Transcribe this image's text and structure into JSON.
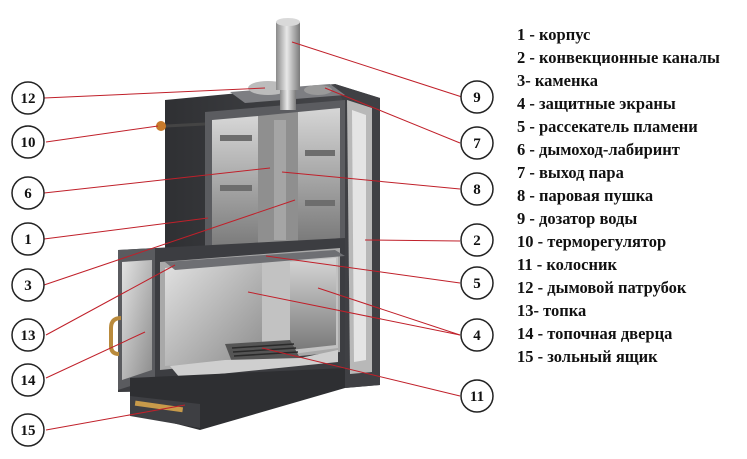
{
  "legend": [
    {
      "num": "1",
      "text": "1 - корпус"
    },
    {
      "num": "2",
      "text": "2 - конвекционные каналы"
    },
    {
      "num": "3",
      "text": "3- каменка"
    },
    {
      "num": "4",
      "text": "4 - защитные экраны"
    },
    {
      "num": "5",
      "text": "5 - рассекатель пламени"
    },
    {
      "num": "6",
      "text": "6 - дымоход-лабиринт"
    },
    {
      "num": "7",
      "text": "7 - выход пара"
    },
    {
      "num": "8",
      "text": "8 - паровая пушка"
    },
    {
      "num": "9",
      "text": "9 - дозатор воды"
    },
    {
      "num": "10",
      "text": "10 - терморегулятор"
    },
    {
      "num": "11",
      "text": "11 - колосник"
    },
    {
      "num": "12",
      "text": "12 - дымовой патрубок"
    },
    {
      "num": "13",
      "text": "13- топка"
    },
    {
      "num": "14",
      "text": "14 - топочная дверца"
    },
    {
      "num": "15",
      "text": "15 - зольный ящик"
    }
  ],
  "callouts": {
    "c12": "12",
    "c10": "10",
    "c6": "6",
    "c1": "1",
    "c3": "3",
    "c13": "13",
    "c14": "14",
    "c15": "15",
    "c9": "9",
    "c7": "7",
    "c8": "8",
    "c2": "2",
    "c5": "5",
    "c4": "4",
    "c11": "11"
  },
  "colors": {
    "body_dark": "#3a3a3c",
    "body_mid": "#55565a",
    "steel_light": "#c9c9c9",
    "steel_mid": "#9a9a9a",
    "leader_line": "#c0202a",
    "circle_stroke": "#222222"
  }
}
